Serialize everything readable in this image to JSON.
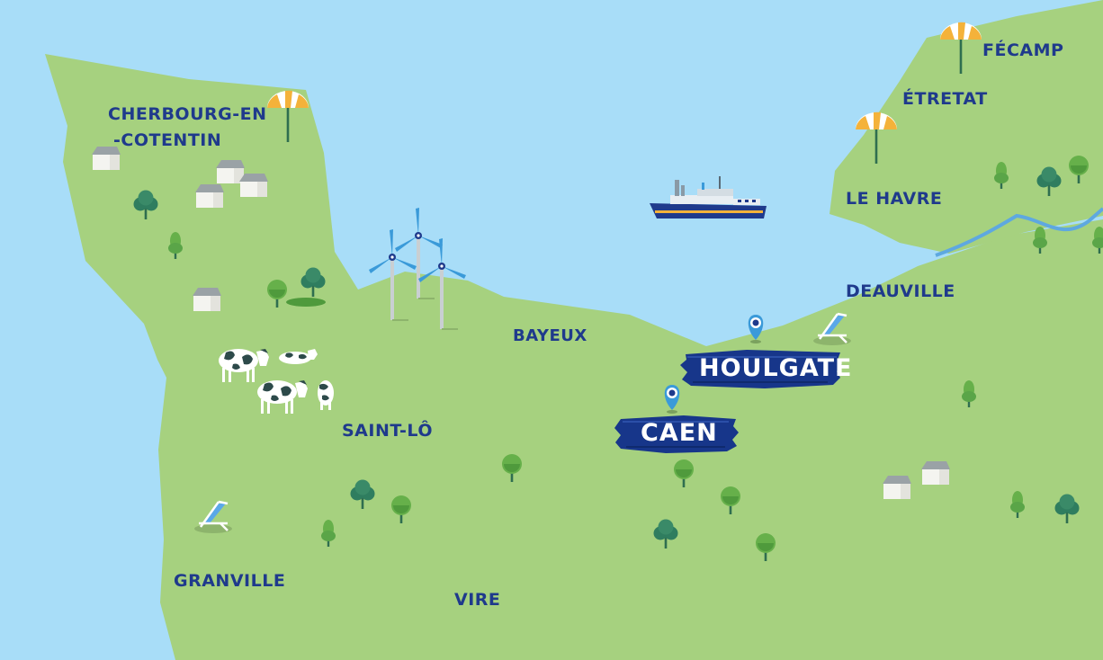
{
  "map": {
    "region_labels": {
      "cherbourg_line1": "CHERBOURG-EN",
      "cherbourg_line2": "-COTENTIN",
      "fecamp": "FÉCAMP",
      "etretat": "ÉTRETAT",
      "le_havre": "LE HAVRE",
      "deauville": "DEAUVILLE",
      "bayeux": "BAYEUX",
      "saint_lo": "SAINT-LÔ",
      "granville": "GRANVILLE",
      "vire": "VIRE"
    },
    "highlighted": {
      "houlgate": "HOULGATE",
      "caen": "CAEN"
    },
    "icons": [
      "parasol-icon",
      "wind-turbine-icon",
      "ship-icon",
      "cow-icon",
      "house-icon",
      "tree-icon",
      "deckchair-icon",
      "map-pin-icon"
    ],
    "colors": {
      "sea": "#a8ddf8",
      "land": "#a6d17f",
      "label": "#1f3a8c",
      "highlight_banner": "#17368a",
      "highlight_text": "#ffffff",
      "river": "#5ea8e0",
      "tree_dark": "#2f7d5f",
      "tree_light": "#66b04a"
    }
  }
}
